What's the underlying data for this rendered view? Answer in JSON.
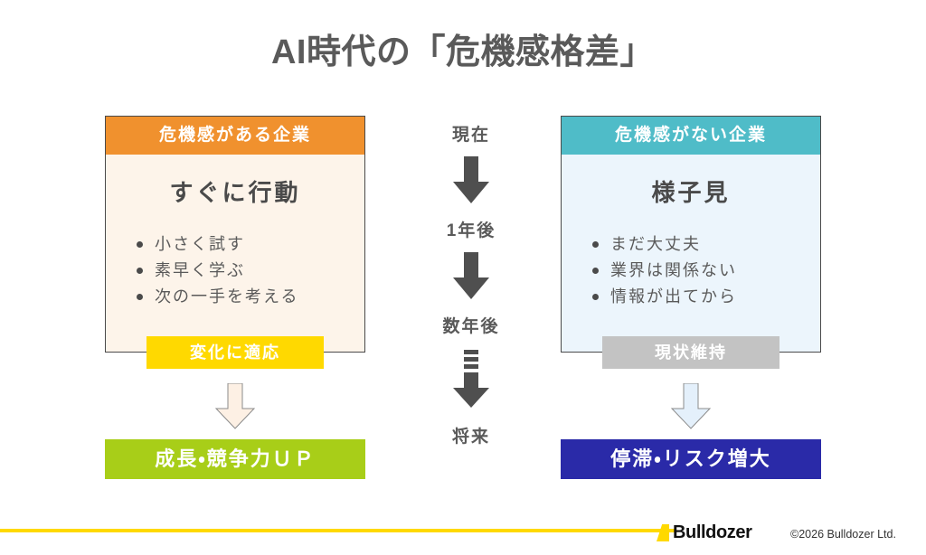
{
  "title": "AI時代の「危機感格差」",
  "columns": {
    "left": {
      "header": "危機感がある企業",
      "action": "すぐに行動",
      "bullets": [
        "小さく試す",
        "素早く学ぶ",
        "次の一手を考える"
      ],
      "badge": "変化に適応",
      "outcome": "成長・競争力ＵＰ",
      "colors": {
        "header_bg": "#f0912e",
        "body_bg": "#fdf4ea",
        "badge_bg": "#ffd900",
        "outcome_bg": "#a8ce18",
        "arrow_fill": "#fdf0e4"
      }
    },
    "right": {
      "header": "危機感がない企業",
      "action": "様子見",
      "bullets": [
        "まだ大丈夫",
        "業界は関係ない",
        "情報が出てから"
      ],
      "badge": "現状維持",
      "outcome": "停滞・リスク増大",
      "colors": {
        "header_bg": "#4fbcc8",
        "body_bg": "#ecf5fc",
        "badge_bg": "#c3c3c3",
        "outcome_bg": "#2a2aa8",
        "arrow_fill": "#e4f0fb"
      }
    }
  },
  "timeline": {
    "steps": [
      "現在",
      "1年後",
      "数年後",
      "将来"
    ],
    "arrow_color": "#4f4f4f",
    "accelerated_arrow_index": 2
  },
  "footer": {
    "rule_color": "#ffd900",
    "brand": "Bulldozer",
    "copyright": "©2026 Bulldozer Ltd."
  }
}
